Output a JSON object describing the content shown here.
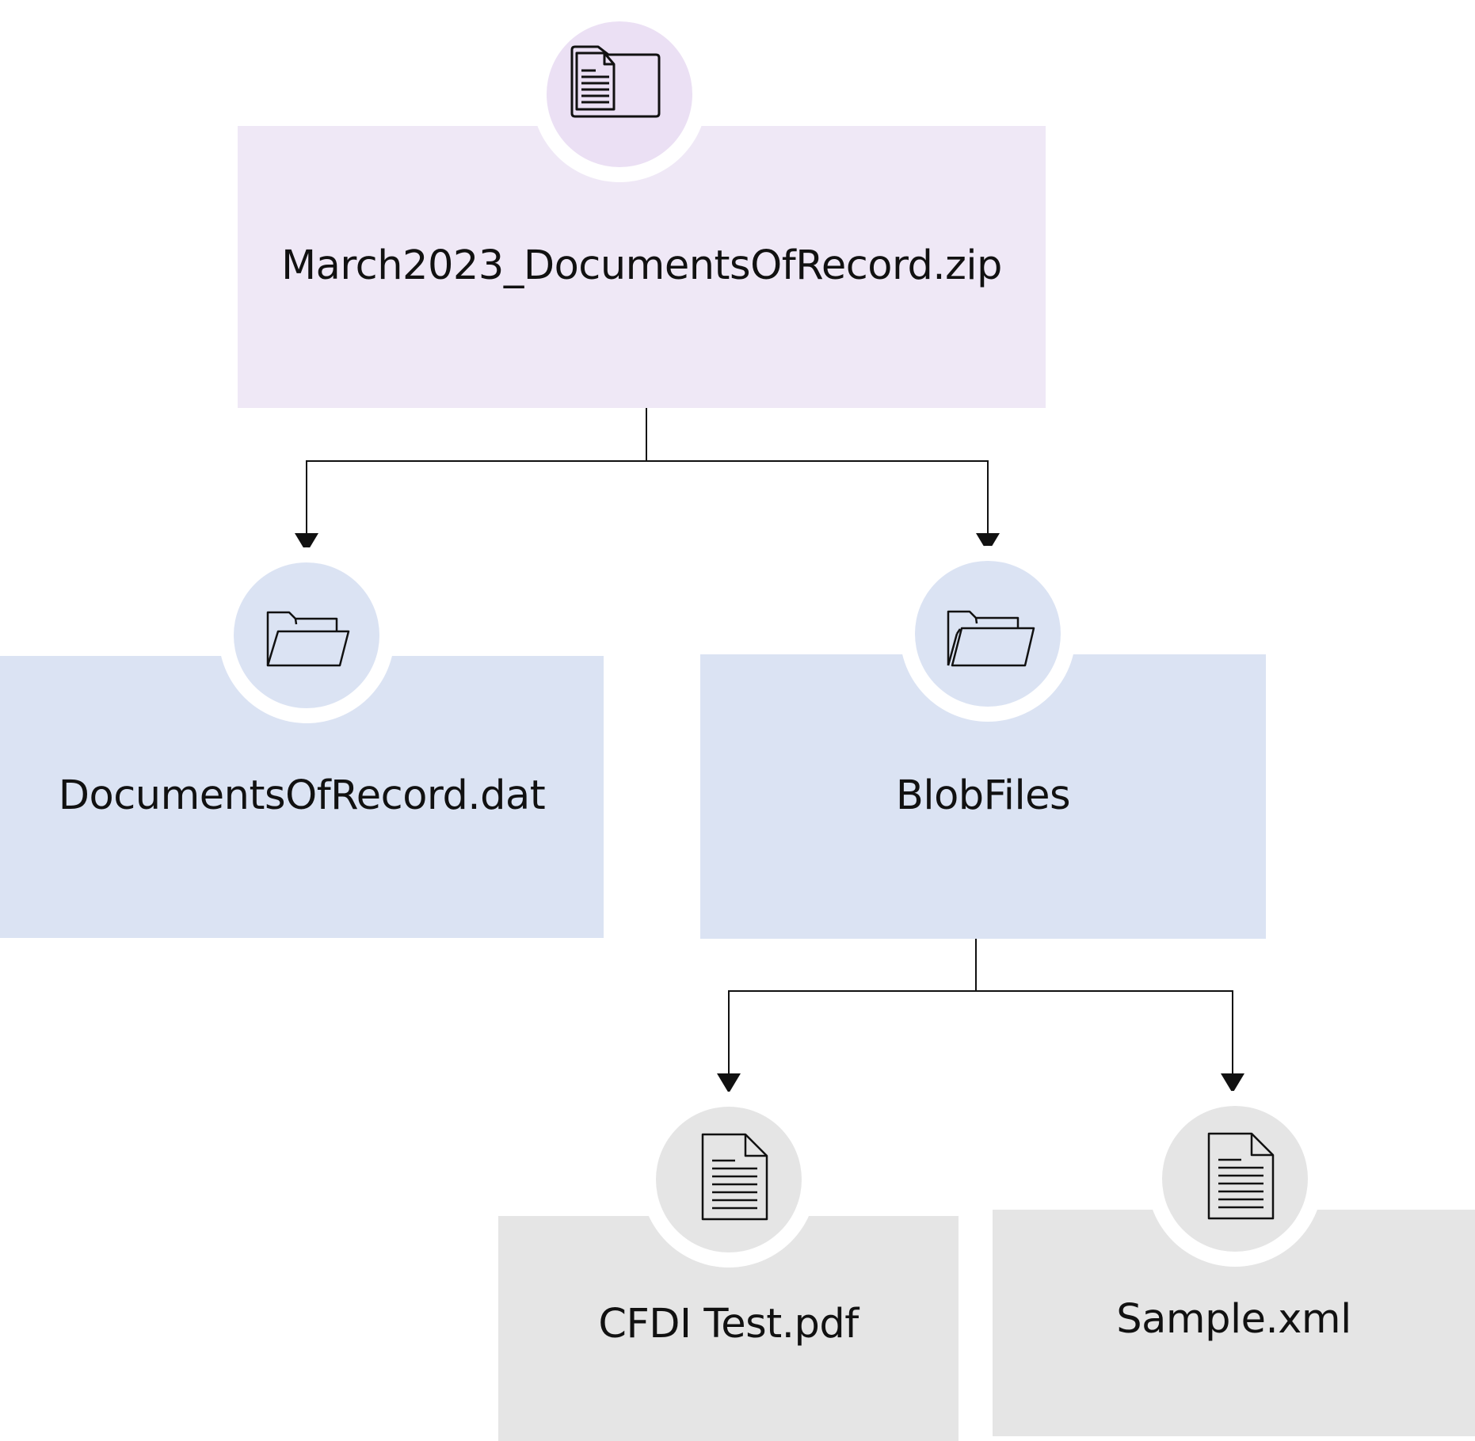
{
  "diagram": {
    "root": {
      "label": "March2023_DocumentsOfRecord.zip",
      "icon": "zip-archive-folder-icon",
      "color": "#efe8f6",
      "badge_color": "#ebe0f4"
    },
    "children": [
      {
        "label": "DocumentsOfRecord.dat",
        "icon": "open-folder-icon",
        "color": "#dbe3f3"
      },
      {
        "label": "BlobFiles",
        "icon": "open-folders-stack-icon",
        "color": "#dbe3f3"
      }
    ],
    "blob_children": [
      {
        "label": "CFDI Test.pdf",
        "icon": "document-icon",
        "color": "#e5e5e5"
      },
      {
        "label": "Sample.xml",
        "icon": "document-icon",
        "color": "#e5e5e5"
      }
    ],
    "line_color": "#111111"
  }
}
